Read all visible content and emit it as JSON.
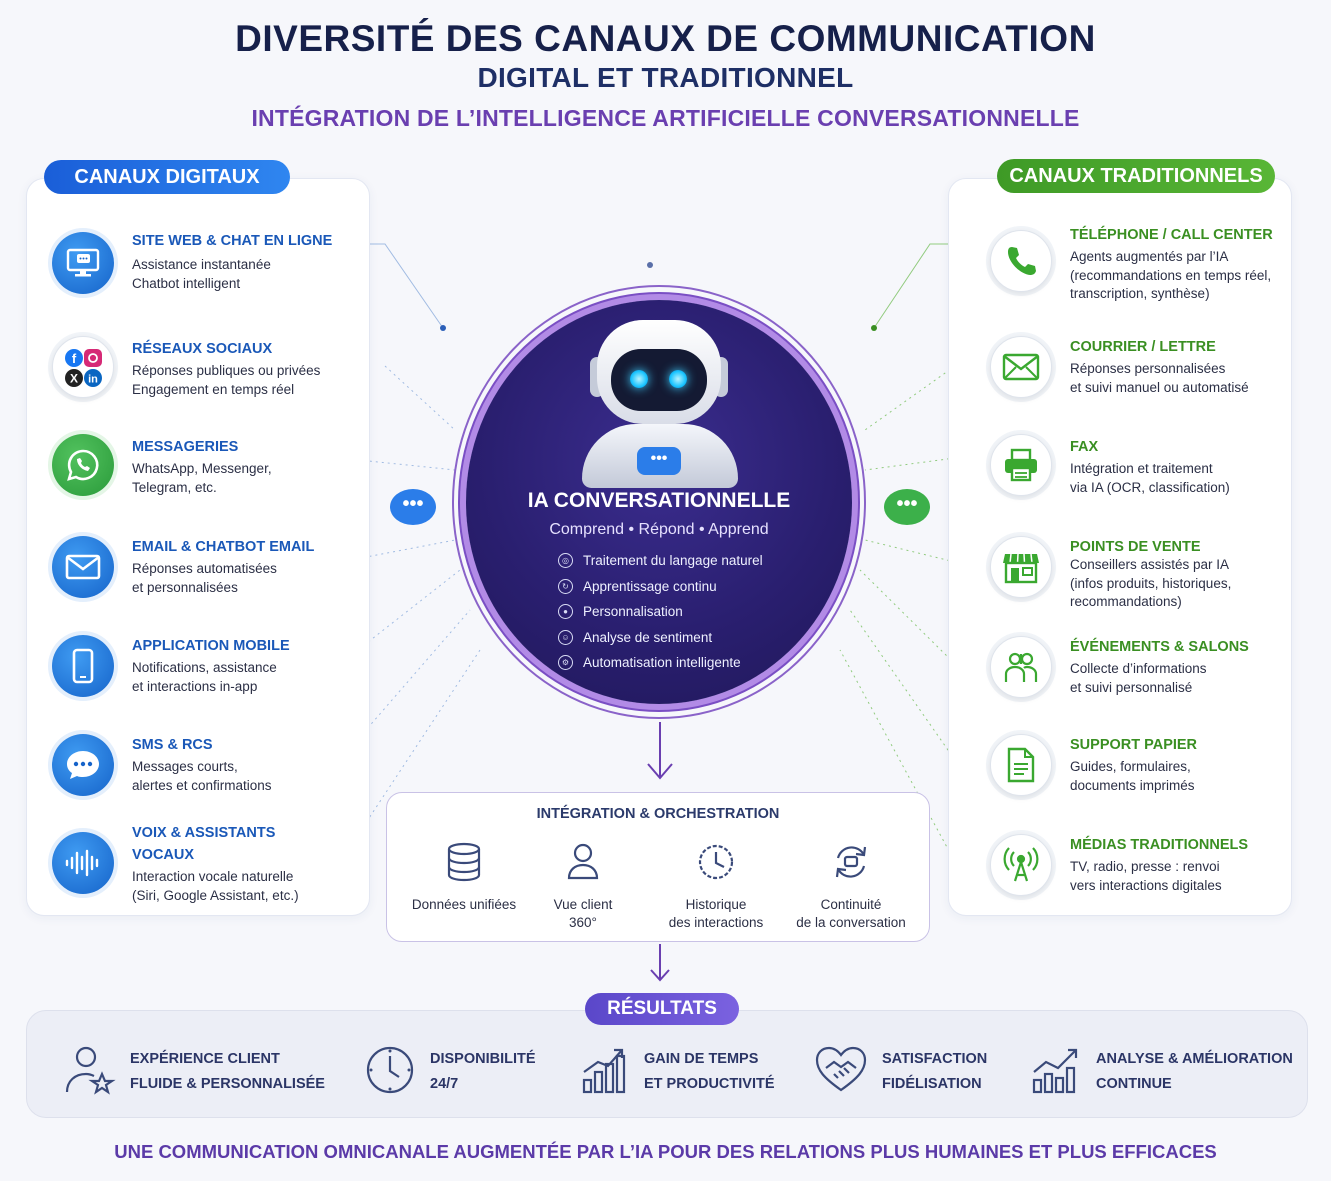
{
  "header": {
    "title": "DIVERSITÉ DES CANAUX DE COMMUNICATION",
    "subtitle": "DIGITAL ET TRADITIONNEL",
    "ai_line": "INTÉGRATION DE L’INTELLIGENCE ARTIFICIELLE CONVERSATIONNELLE"
  },
  "digital": {
    "label": "CANAUX DIGITAUX",
    "items": [
      {
        "title": "SITE WEB & CHAT EN LIGNE",
        "desc": "Assistance instantanée\nChatbot intelligent",
        "icon": "monitor-chat-icon"
      },
      {
        "title": "RÉSEAUX SOCIAUX",
        "desc": "Réponses publiques ou privées\nEngagement en temps réel",
        "icon": "social-networks-icon"
      },
      {
        "title": "MESSAGERIES",
        "desc": "WhatsApp, Messenger,\nTelegram, etc.",
        "icon": "whatsapp-icon"
      },
      {
        "title": "EMAIL & CHATBOT EMAIL",
        "desc": "Réponses automatisées\net personnalisées",
        "icon": "envelope-icon"
      },
      {
        "title": "APPLICATION MOBILE",
        "desc": "Notifications, assistance\net interactions in-app",
        "icon": "smartphone-icon"
      },
      {
        "title": "SMS & RCS",
        "desc": "Messages courts,\nalertes et confirmations",
        "icon": "sms-bubble-icon"
      },
      {
        "title": "VOIX & ASSISTANTS",
        "title2": "VOCAUX",
        "desc": "Interaction vocale naturelle\n(Siri, Google Assistant, etc.)",
        "icon": "voice-wave-icon"
      }
    ]
  },
  "traditional": {
    "label": "CANAUX TRADITIONNELS",
    "items": [
      {
        "title": "TÉLÉPHONE / CALL CENTER",
        "desc": "Agents augmentés par l’IA\n(recommandations en temps réel,\ntranscription, synthèse)",
        "icon": "phone-icon"
      },
      {
        "title": "COURRIER / LETTRE",
        "desc": "Réponses personnalisées\net suivi manuel ou automatisé",
        "icon": "letter-icon"
      },
      {
        "title": "FAX",
        "desc": "Intégration et traitement\nvia IA (OCR, classification)",
        "icon": "fax-icon"
      },
      {
        "title": "POINTS DE VENTE",
        "desc": "Conseillers assistés par IA\n(infos produits, historiques,\nrecommandations)",
        "icon": "store-icon"
      },
      {
        "title": "ÉVÉNEMENTS & SALONS",
        "desc": "Collecte d’informations\net suivi personnalisé",
        "icon": "people-icon"
      },
      {
        "title": "SUPPORT PAPIER",
        "desc": "Guides, formulaires,\ndocuments imprimés",
        "icon": "document-icon"
      },
      {
        "title": "MÉDIAS TRADITIONNELS",
        "desc": "TV, radio, presse : renvoi\nvers interactions digitales",
        "icon": "antenna-icon"
      }
    ]
  },
  "core": {
    "title": "IA CONVERSATIONNELLE",
    "subtitle": "Comprend • Répond • Apprend",
    "features": [
      "Traitement du langage naturel",
      "Apprentissage continu",
      "Personnalisation",
      "Analyse de sentiment",
      "Automatisation intelligente"
    ]
  },
  "integration": {
    "title": "INTÉGRATION & ORCHESTRATION",
    "items": [
      {
        "label": "Données unifiées",
        "icon": "database-icon"
      },
      {
        "label": "Vue client\n360°",
        "icon": "user-icon"
      },
      {
        "label": "Historique\ndes interactions",
        "icon": "history-clock-icon"
      },
      {
        "label": "Continuité\nde la conversation",
        "icon": "sync-icon"
      }
    ]
  },
  "results": {
    "label": "RÉSULTATS",
    "items": [
      {
        "label": "EXPÉRIENCE CLIENT\nFLUIDE & PERSONNALISÉE",
        "icon": "user-star-icon"
      },
      {
        "label": "DISPONIBILITÉ\n24/7",
        "icon": "clock-icon"
      },
      {
        "label": "GAIN DE TEMPS\nET PRODUCTIVITÉ",
        "icon": "bar-growth-icon"
      },
      {
        "label": "SATISFACTION\nFIDÉLISATION",
        "icon": "handshake-heart-icon"
      },
      {
        "label": "ANALYSE & AMÉLIORATION\nCONTINUE",
        "icon": "chart-trend-icon"
      }
    ]
  },
  "footer": "UNE COMMUNICATION OMNICANALE AUGMENTÉE PAR L’IA POUR DES RELATIONS PLUS HUMAINES ET PLUS EFFICACES",
  "colors": {
    "digital": "#1a58b8",
    "traditional": "#3a8f22",
    "ai": "#6a3fb0"
  }
}
